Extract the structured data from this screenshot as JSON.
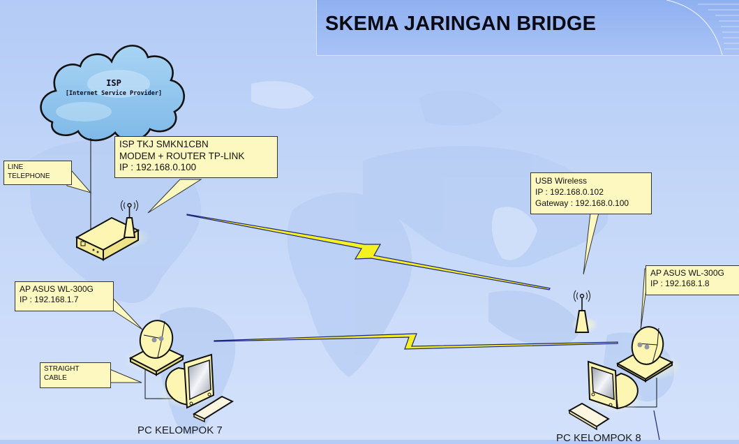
{
  "header": {
    "title": "SKEMA JARINGAN BRIDGE"
  },
  "colors": {
    "background": "#c4d7f8",
    "banner": "#9ab8f3",
    "callout_fill": "#fdf8bf",
    "device_fill": "#fdf6b3",
    "link_blue": "#1a237e",
    "link_yellow": "#f5f022"
  },
  "isp_cloud": {
    "title": "ISP",
    "subtitle": "[Internet Service Provider]",
    "icon": "cloud-icon"
  },
  "callouts": {
    "isp_router": {
      "lines": [
        "ISP TKJ SMKN1CBN",
        "MODEM + ROUTER TP-LINK",
        "IP : 192.168.0.100"
      ]
    },
    "line_telephone": {
      "lines": [
        "LINE",
        "TELEPHONE"
      ]
    },
    "usb_wireless": {
      "lines": [
        "USB Wireless",
        "IP : 192.168.0.102",
        "Gateway : 192.168.0.100"
      ]
    },
    "ap_left": {
      "lines": [
        "AP ASUS WL-300G",
        "IP : 192.168.1.7"
      ]
    },
    "ap_right": {
      "lines": [
        "AP ASUS WL-300G",
        "IP : 192.168.1.8"
      ]
    },
    "straight_cable": {
      "lines": [
        "STRAIGHT",
        "CABLE"
      ]
    }
  },
  "devices": {
    "router": {
      "icon": "wireless-router-icon"
    },
    "usb_wireless": {
      "icon": "usb-wireless-antenna-icon"
    },
    "ap_left": {
      "icon": "dish-antenna-icon"
    },
    "ap_right": {
      "icon": "dish-antenna-icon"
    },
    "pc_left": {
      "icon": "computer-monitor-icon",
      "label": "PC KELOMPOK 7"
    },
    "pc_right": {
      "icon": "computer-monitor-icon",
      "label": "PC KELOMPOK 8"
    }
  },
  "links": [
    {
      "from": "router",
      "to": "usb_wireless",
      "type": "wireless-lightning"
    },
    {
      "from": "ap_left",
      "to": "ap_right",
      "type": "wireless-lightning"
    }
  ]
}
